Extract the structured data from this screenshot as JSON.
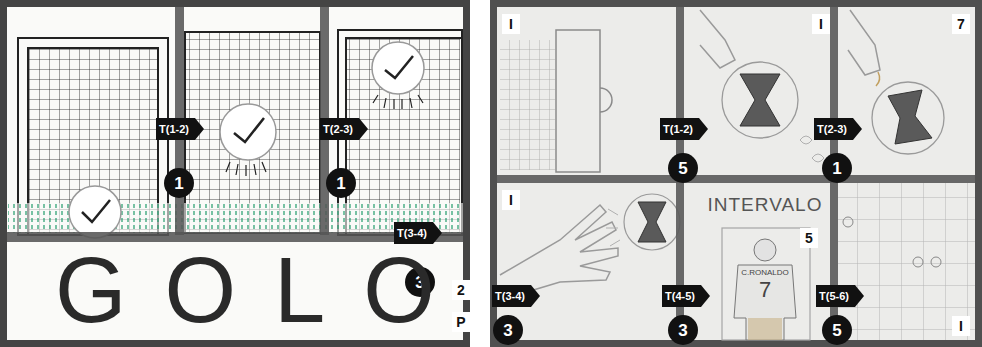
{
  "diagram": {
    "nodes": [
      {
        "text": [
          "T(1-2)"
        ]
      },
      {
        "text": [
          "1"
        ]
      },
      {
        "text": [
          "T(2-3)"
        ]
      },
      {
        "text": [
          "1"
        ]
      },
      {
        "text": [
          "T(3-4)"
        ]
      },
      {
        "text": [
          "3"
        ]
      },
      {
        "text": [
          "T(1-2)"
        ]
      },
      {
        "text": [
          "5"
        ]
      },
      {
        "text": [
          "T(2-3)"
        ]
      },
      {
        "text": [
          "1"
        ]
      },
      {
        "text": [
          "T(3-4)"
        ]
      },
      {
        "text": [
          "3"
        ]
      },
      {
        "text": [
          "T(4-5)"
        ]
      },
      {
        "text": [
          "3"
        ]
      },
      {
        "text": [
          "T(5-6)"
        ]
      },
      {
        "text": [
          "5"
        ]
      }
    ],
    "labels": [
      "GOLO",
      "2",
      "P",
      "I",
      "I",
      "7",
      "I",
      "INTERVALO",
      "5",
      "C.RONALDO",
      "7",
      "I"
    ]
  }
}
